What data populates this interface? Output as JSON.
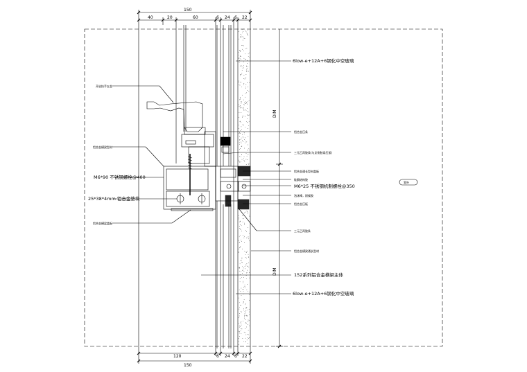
{
  "dims_top": {
    "overall": "150",
    "segments": [
      "40",
      "20",
      "60",
      "6",
      "24",
      "6",
      "22"
    ]
  },
  "dims_bottom": {
    "overall": "150",
    "segments": [
      "120",
      "6",
      "24",
      "6",
      "22"
    ]
  },
  "dims_vertical": {
    "upper": "DIM",
    "lower": "DIM"
  },
  "labels_right": [
    "6low-e+12A+6钢化中空玻璃",
    "铝合金压条",
    "三元乙丙胶条(与反侧胶条压紧)",
    "铝合金通长型材盖板",
    "硅酮结构胶",
    "M6*25 不锈钢机制螺栓@350",
    "泡沫棒，耐候胶",
    "铝合金压板",
    "三元乙丙胶条",
    "铝合金横梁通长型材",
    "152系列铝合金横梁主体",
    "6low-e+12A+6钢化中空玻璃"
  ],
  "labels_left": [
    "开启执手五金",
    "铝合金横梁型材",
    "M6*90 不锈钢螺栓@400",
    "25*38*4mm 铝合金垫块",
    "铝合金横梁盖板"
  ],
  "room_tag": "室外"
}
